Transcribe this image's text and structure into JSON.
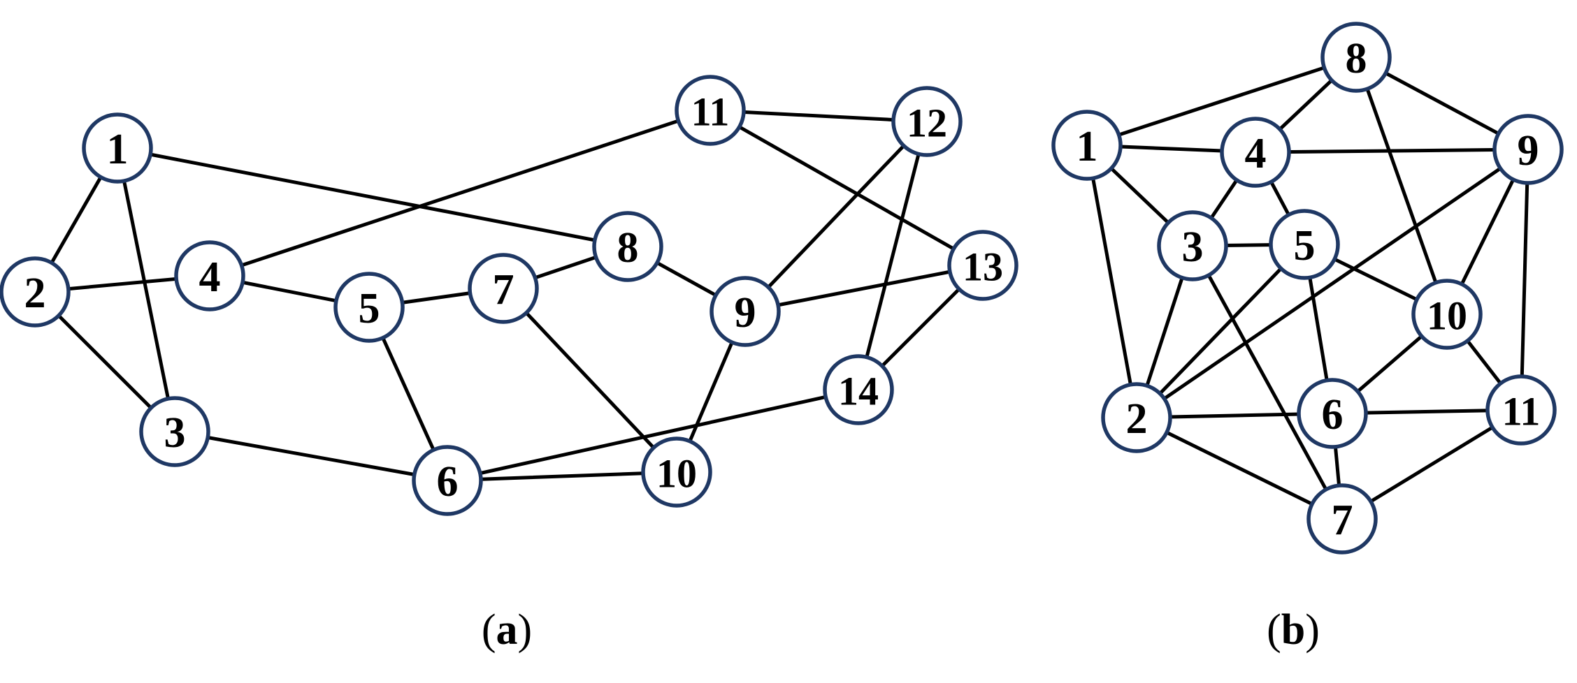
{
  "diagrams": [
    {
      "id": "a",
      "caption": {
        "open": "(",
        "letter": "a",
        "close": ")"
      },
      "nodes": [
        "1",
        "2",
        "3",
        "4",
        "5",
        "6",
        "7",
        "8",
        "9",
        "10",
        "11",
        "12",
        "13",
        "14"
      ],
      "edges": [
        [
          "1",
          "2"
        ],
        [
          "1",
          "3"
        ],
        [
          "1",
          "8"
        ],
        [
          "2",
          "3"
        ],
        [
          "2",
          "4"
        ],
        [
          "3",
          "6"
        ],
        [
          "4",
          "5"
        ],
        [
          "4",
          "11"
        ],
        [
          "5",
          "7"
        ],
        [
          "5",
          "6"
        ],
        [
          "7",
          "8"
        ],
        [
          "7",
          "10"
        ],
        [
          "8",
          "9"
        ],
        [
          "9",
          "10"
        ],
        [
          "9",
          "12"
        ],
        [
          "9",
          "13"
        ],
        [
          "6",
          "10"
        ],
        [
          "6",
          "14"
        ],
        [
          "11",
          "12"
        ],
        [
          "11",
          "13"
        ],
        [
          "12",
          "14"
        ],
        [
          "13",
          "14"
        ]
      ]
    },
    {
      "id": "b",
      "caption": {
        "open": "(",
        "letter": "b",
        "close": ")"
      },
      "nodes": [
        "1",
        "2",
        "3",
        "4",
        "5",
        "6",
        "7",
        "8",
        "9",
        "10",
        "11"
      ],
      "edges": [
        [
          "1",
          "8"
        ],
        [
          "1",
          "4"
        ],
        [
          "1",
          "3"
        ],
        [
          "1",
          "2"
        ],
        [
          "8",
          "4"
        ],
        [
          "8",
          "9"
        ],
        [
          "8",
          "10"
        ],
        [
          "4",
          "9"
        ],
        [
          "4",
          "3"
        ],
        [
          "4",
          "5"
        ],
        [
          "3",
          "5"
        ],
        [
          "3",
          "2"
        ],
        [
          "3",
          "7"
        ],
        [
          "9",
          "2"
        ],
        [
          "9",
          "10"
        ],
        [
          "9",
          "11"
        ],
        [
          "5",
          "2"
        ],
        [
          "5",
          "6"
        ],
        [
          "5",
          "10"
        ],
        [
          "10",
          "6"
        ],
        [
          "10",
          "11"
        ],
        [
          "2",
          "6"
        ],
        [
          "2",
          "7"
        ],
        [
          "6",
          "11"
        ],
        [
          "6",
          "7"
        ],
        [
          "7",
          "11"
        ]
      ]
    }
  ],
  "colors": {
    "node_border": "#1f3864",
    "node_fill": "#ffffff",
    "edge": "#000000",
    "text": "#000000"
  }
}
